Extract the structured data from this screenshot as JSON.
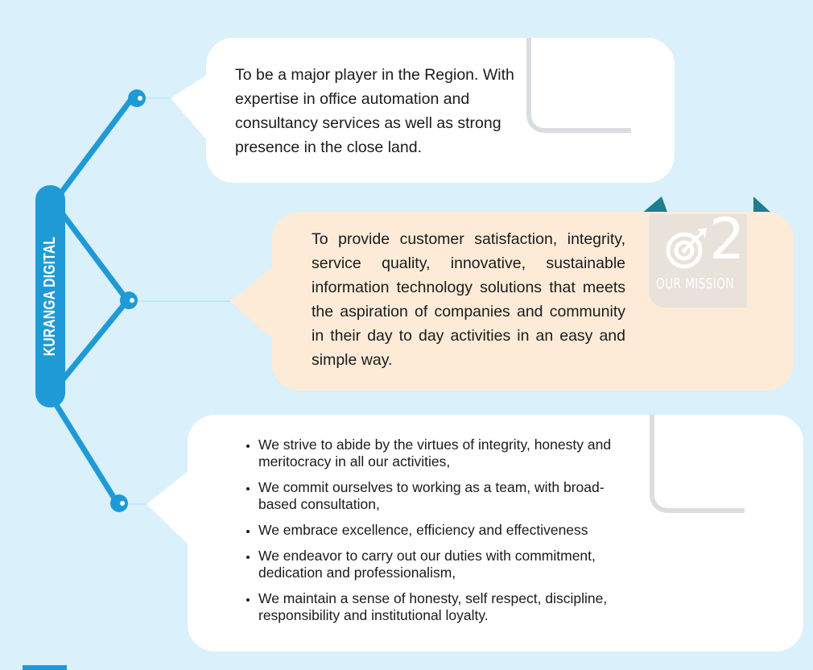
{
  "brand": {
    "name": "KURANGA DIGITAL"
  },
  "vision": {
    "text": "To be a major player in the Region. With expertise in office automation and consultancy services as well as strong presence in the close land."
  },
  "mission": {
    "number": "2",
    "label": "OUR MISSION",
    "icon": "target-icon",
    "text": "To provide customer satisfaction, integrity, service quality, innovative, sustainable information technology solutions that meets the aspiration of companies and community in their day to day activities in an easy and simple way."
  },
  "values": {
    "items": [
      "We strive to abide by the virtues of integrity, honesty and meritocracy in all our activities,",
      "We commit ourselves to working as a team, with broad-based consultation,",
      "We embrace excellence, efficiency and effectiveness",
      "We endeavor to carry out our duties with commitment, dedication and professionalism,",
      "We maintain a sense of honesty, self respect, discipline, responsibility and institutional loyalty."
    ]
  },
  "colors": {
    "background": "#daf0fb",
    "accent": "#1f9ad6",
    "peach": "#fdebd8",
    "teal": "#1d7e8e"
  }
}
